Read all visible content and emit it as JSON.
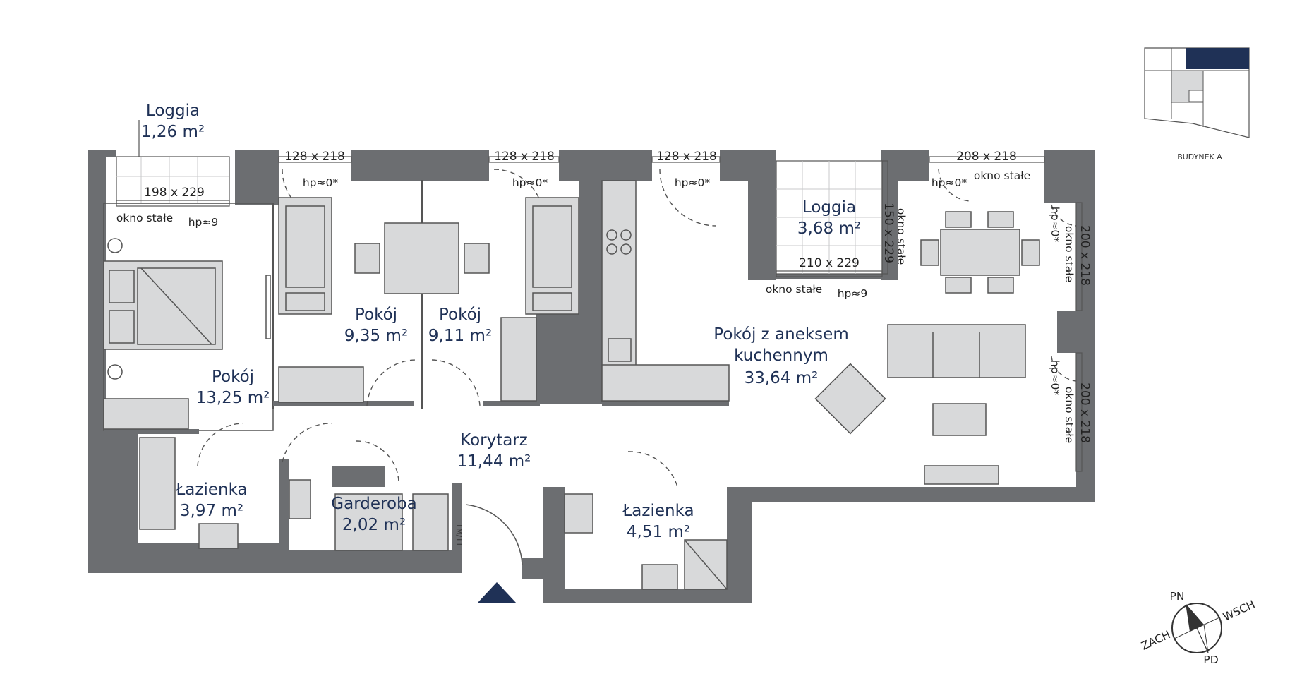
{
  "rooms": {
    "loggia_left": {
      "name": "Loggia",
      "area": "1,26 m²"
    },
    "room_left": {
      "name": "Pokój",
      "area": "13,25 m²"
    },
    "room_2": {
      "name": "Pokój",
      "area": "9,35 m²"
    },
    "room_3": {
      "name": "Pokój",
      "area": "9,11 m²"
    },
    "loggia_right": {
      "name": "Loggia",
      "area": "3,68 m²"
    },
    "living_line1": "Pokój z aneksem",
    "living_line2": "kuchennym",
    "living_area": "33,64 m²",
    "bath_left": {
      "name": "Łazienka",
      "area": "3,97 m²"
    },
    "wardrobe": {
      "name": "Garderoba",
      "area": "2,02 m²"
    },
    "corridor": {
      "name": "Korytarz",
      "area": "11,44 m²"
    },
    "bath_right": {
      "name": "Łazienka",
      "area": "4,51 m²"
    }
  },
  "windows": {
    "w1": "128 x 218",
    "w2": "128 x 218",
    "w3": "128 x 218",
    "w4": "208 x 218",
    "loggia_left_window": "198 x 229",
    "loggia_right_window": "210 x 229",
    "loggia_right_side": "150 x 229",
    "east_upper": "200 x 218",
    "east_lower": "200 x 218"
  },
  "notes": {
    "okno_stale": "okno stałe",
    "hp9": "hp≈9",
    "hp0": "hp≈0*",
    "tm_tt": "TM/TT"
  },
  "keyplan": {
    "label": "BUDYNEK A",
    "accent": "#1f3156"
  },
  "compass": {
    "n": "PN",
    "e": "WSCH",
    "s": "PD",
    "w": "ZACH"
  },
  "colors": {
    "wall": "#6c6e71",
    "text": "#1f3156",
    "entrance": "#1f3156"
  }
}
